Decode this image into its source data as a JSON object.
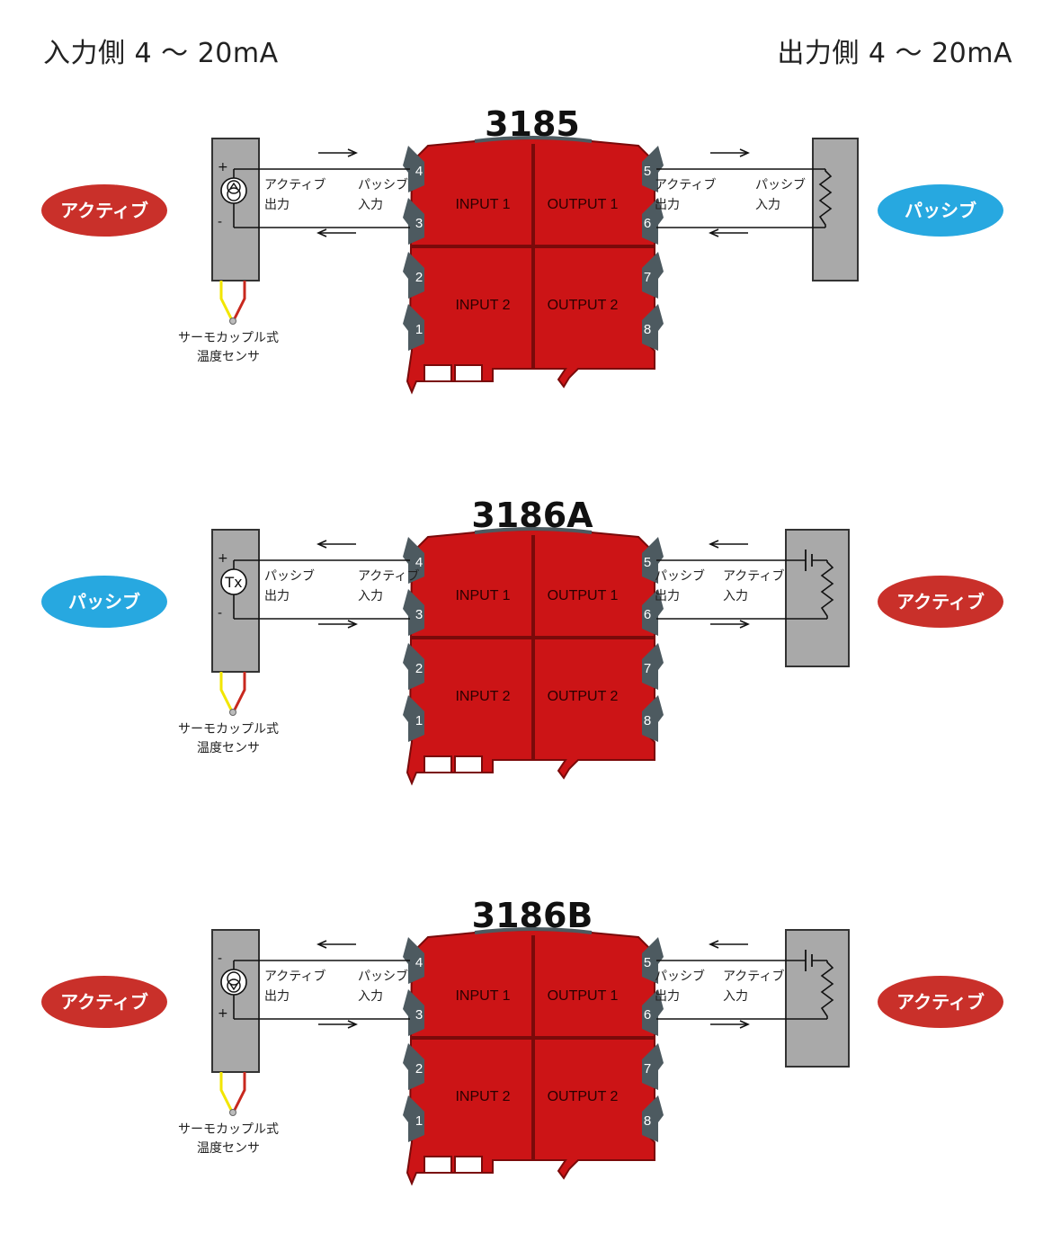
{
  "header": {
    "left": "入力側 4 ～ 20mA",
    "right": "出力側 4 ～ 20mA"
  },
  "colors": {
    "module_red": "#cc1416",
    "module_dark_red": "#7a0a0a",
    "terminal_gray": "#4d5a60",
    "device_gray": "#a9a9a9",
    "active_pill": "#c9302a",
    "passive_pill": "#27a8e0"
  },
  "diagrams": [
    {
      "title": "3185",
      "left_pill": {
        "label": "アクティブ",
        "kind": "active"
      },
      "right_pill": {
        "label": "パッシブ",
        "kind": "passive"
      },
      "left_device": {
        "symbol": "current-source-up",
        "top_sign": "+",
        "bottom_sign": "-"
      },
      "right_device": {
        "symbol": "resistor"
      },
      "left_outer_label": [
        "アクティブ",
        "出力"
      ],
      "left_inner_label": [
        "パッシブ",
        "入力"
      ],
      "right_inner_label": [
        "アクティブ",
        "出力"
      ],
      "right_outer_label": [
        "パッシブ",
        "入力"
      ],
      "arrows": {
        "left_top": "right",
        "left_bottom": "left",
        "right_top": "right",
        "right_bottom": "left"
      },
      "quadrants": [
        "INPUT 1",
        "OUTPUT 1",
        "INPUT 2",
        "OUTPUT 2"
      ],
      "terminals": [
        "4",
        "3",
        "2",
        "1",
        "5",
        "6",
        "7",
        "8"
      ],
      "sensor_label": [
        "サーモカップル式",
        "温度センサ"
      ]
    },
    {
      "title": "3186A",
      "left_pill": {
        "label": "パッシブ",
        "kind": "passive"
      },
      "right_pill": {
        "label": "アクティブ",
        "kind": "active"
      },
      "left_device": {
        "symbol": "transmitter",
        "symbol_text": "Tx",
        "top_sign": "+",
        "bottom_sign": "-"
      },
      "right_device": {
        "symbol": "battery-resistor"
      },
      "left_outer_label": [
        "パッシブ",
        "出力"
      ],
      "left_inner_label": [
        "アクティブ",
        "入力"
      ],
      "right_inner_label": [
        "パッシブ",
        "出力"
      ],
      "right_outer_label": [
        "アクティブ",
        "入力"
      ],
      "arrows": {
        "left_top": "left",
        "left_bottom": "right",
        "right_top": "left",
        "right_bottom": "right"
      },
      "quadrants": [
        "INPUT 1",
        "OUTPUT 1",
        "INPUT 2",
        "OUTPUT 2"
      ],
      "terminals": [
        "4",
        "3",
        "2",
        "1",
        "5",
        "6",
        "7",
        "8"
      ],
      "sensor_label": [
        "サーモカップル式",
        "温度センサ"
      ]
    },
    {
      "title": "3186B",
      "left_pill": {
        "label": "アクティブ",
        "kind": "active"
      },
      "right_pill": {
        "label": "アクティブ",
        "kind": "active"
      },
      "left_device": {
        "symbol": "current-source-down",
        "top_sign": "-",
        "bottom_sign": "+"
      },
      "right_device": {
        "symbol": "battery-resistor"
      },
      "left_outer_label": [
        "アクティブ",
        "出力"
      ],
      "left_inner_label": [
        "パッシブ",
        "入力"
      ],
      "right_inner_label": [
        "パッシブ",
        "出力"
      ],
      "right_outer_label": [
        "アクティブ",
        "入力"
      ],
      "arrows": {
        "left_top": "left",
        "left_bottom": "right",
        "right_top": "left",
        "right_bottom": "right"
      },
      "quadrants": [
        "INPUT 1",
        "OUTPUT 1",
        "INPUT 2",
        "OUTPUT 2"
      ],
      "terminals": [
        "4",
        "3",
        "2",
        "1",
        "5",
        "6",
        "7",
        "8"
      ],
      "sensor_label": [
        "サーモカップル式",
        "温度センサ"
      ]
    }
  ]
}
